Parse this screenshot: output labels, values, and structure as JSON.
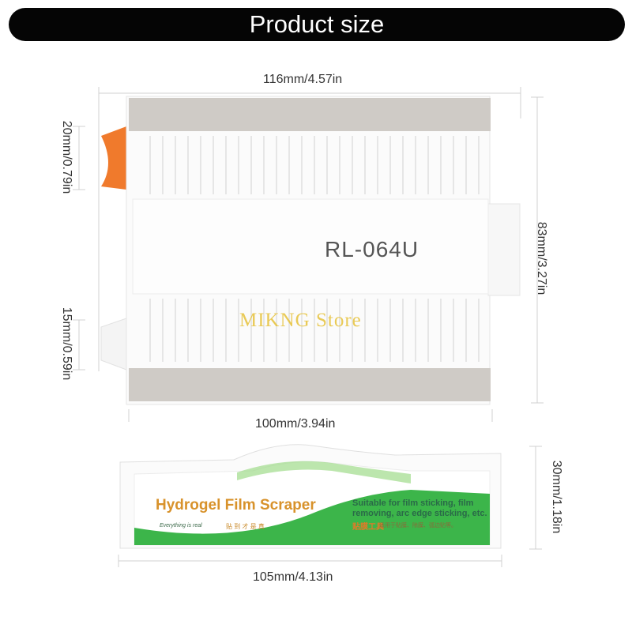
{
  "banner": {
    "title": "Product size"
  },
  "dimensions": {
    "top_width": "116mm/4.57in",
    "left_upper": "20mm/0.79in",
    "left_lower": "15mm/0.59in",
    "right_height": "83mm/3.27in",
    "bottom_width": "100mm/3.94in",
    "package_height": "30mm/1.18in",
    "package_width": "105mm/4.13in"
  },
  "product": {
    "model": "RL-064U"
  },
  "watermark": {
    "text": "MIKNG Store"
  },
  "package": {
    "title": "Hydrogel Film Scraper",
    "description": "Suitable for film sticking, film removing, arc edge sticking, etc.",
    "cn_label": "贴膜工具",
    "cn_small": "适用于贴膜、除膜、弧边贴等。",
    "slogan": "Everything is real",
    "slogan_cn": "贴 到 才 是 真"
  },
  "colors": {
    "accent_orange": "#f07a2c",
    "banner": "#050505",
    "felt": "#cfcbc6",
    "green": "#3cb54a"
  }
}
